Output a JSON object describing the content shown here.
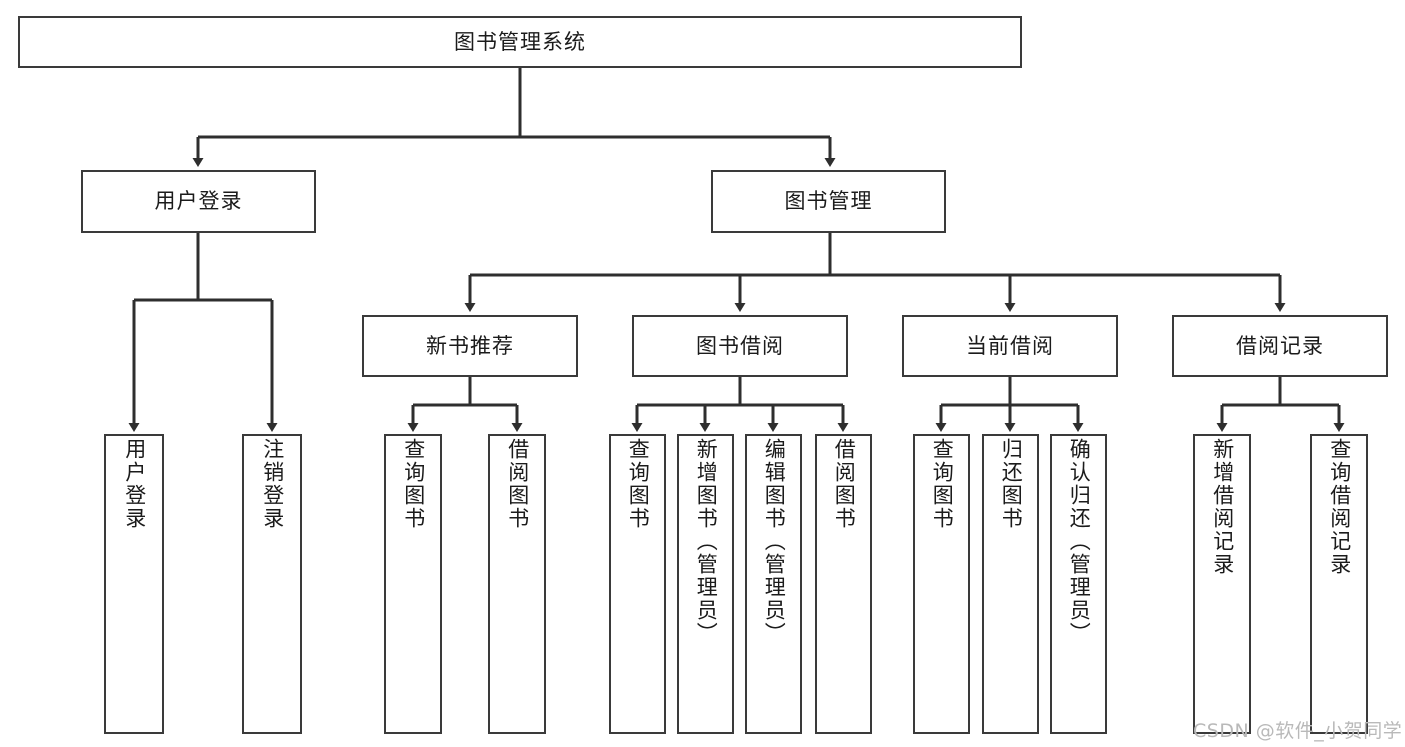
{
  "diagram": {
    "title": "图书管理系统",
    "type": "tree-hierarchy-diagram",
    "orientation": "top-down",
    "colors": {
      "background": "#ffffff",
      "box_border": "#3a3a3a",
      "box_fill": "#ffffff",
      "text": "#1b1b1b",
      "edge": "#2e2e2e",
      "watermark": "#b9b9b9"
    },
    "watermark": "CSDN @软件_小贺同学",
    "levels": {
      "root": {
        "label": "图书管理系统"
      },
      "level2": [
        {
          "label": "用户登录"
        },
        {
          "label": "图书管理"
        }
      ],
      "level3": [
        {
          "label": "新书推荐"
        },
        {
          "label": "图书借阅"
        },
        {
          "label": "当前借阅"
        },
        {
          "label": "借阅记录"
        }
      ],
      "leaves": {
        "user_login": [
          {
            "label": "用户登录"
          },
          {
            "label": "注销登录"
          }
        ],
        "new_book_recommend": [
          {
            "label": "查询图书"
          },
          {
            "label": "借阅图书"
          }
        ],
        "book_borrow": [
          {
            "label": "查询图书"
          },
          {
            "label": "新增图书（管理员）"
          },
          {
            "label": "编辑图书（管理员）"
          },
          {
            "label": "借阅图书"
          }
        ],
        "current_borrow": [
          {
            "label": "查询图书"
          },
          {
            "label": "归还图书"
          },
          {
            "label": "确认归还（管理员）"
          }
        ],
        "borrow_record": [
          {
            "label": "新增借阅记录"
          },
          {
            "label": "查询借阅记录"
          }
        ]
      }
    }
  }
}
